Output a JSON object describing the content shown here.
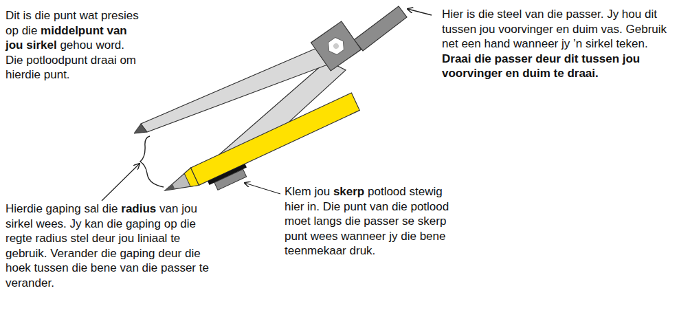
{
  "diagram": {
    "labels": [
      "Dit is die punt wat presies op die middelpunt van jou sirkel gehou word. Die potloodpunt draai om hierdie punt.",
      "Hier is die steel van die passer. Jy hou dit tussen jou voorvinger en duim vas. Gebruik net een hand wanneer jy ’n sirkel teken. Draai die passer deur dit tussen jou voorvinger en duim te draai.",
      "Hierdie gaping sal die radius van jou sirkel wees. Jy kan die gaping op die regte radius stel deur jou liniaal te gebruik. Verander die gaping deur die hoek tussen die bene van die passer te verander.",
      "Klem jou skerp potlood stewig hier in. Die punt van die potlood moet langs die passer se skerp punt wees wanneer jy die bene teenmekaar druk."
    ]
  }
}
